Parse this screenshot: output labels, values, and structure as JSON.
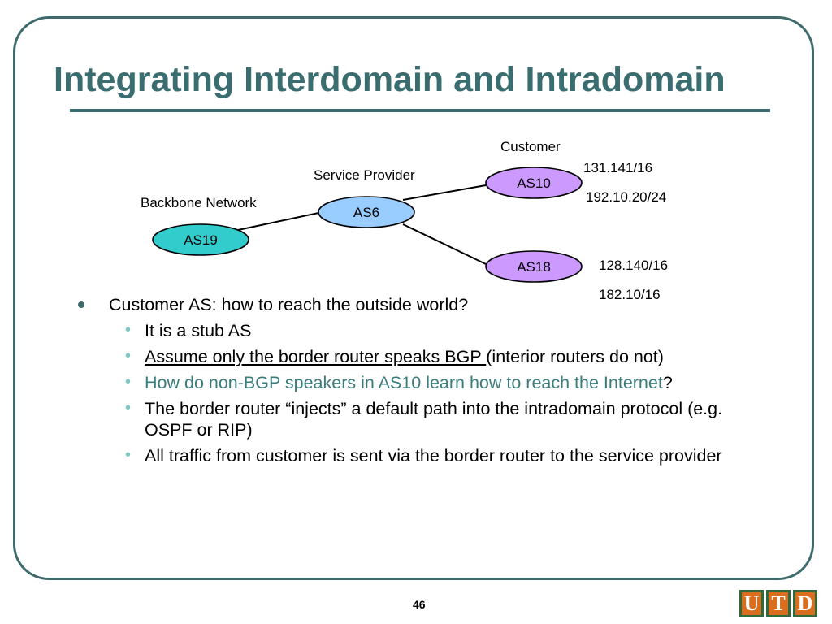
{
  "slide": {
    "title": "Integrating Interdomain and Intradomain",
    "page_number": "46"
  },
  "diagram": {
    "labels": {
      "customer": "Customer",
      "service_provider": "Service Provider",
      "backbone": "Backbone Network"
    },
    "nodes": {
      "as19": "AS19",
      "as6": "AS6",
      "as10": "AS10",
      "as18": "AS18"
    },
    "prefixes": {
      "as10_a": "131.141/16",
      "as10_b": "192.10.20/24",
      "as18_a": "128.140/16",
      "as18_b": "182.10/16"
    },
    "colors": {
      "as19": "#33cccc",
      "as6": "#99ccff",
      "customer": "#cc99ff"
    }
  },
  "bullets": {
    "main": "Customer AS: how to reach the outside world?",
    "sub1": "It is a stub AS",
    "sub2_underlined": "Assume only the border router speaks BGP ",
    "sub2_rest": "(interior routers do not)",
    "sub3_colored": "How do non-BGP speakers in AS10 learn how to reach the Internet",
    "sub3_end": "?",
    "sub4": "The border router “injects” a default path into the intradomain protocol (e.g. OSPF or RIP)",
    "sub5": "All traffic from customer is sent via the border router to the service provider"
  },
  "logo": {
    "letters": [
      "U",
      "T",
      "D"
    ]
  }
}
